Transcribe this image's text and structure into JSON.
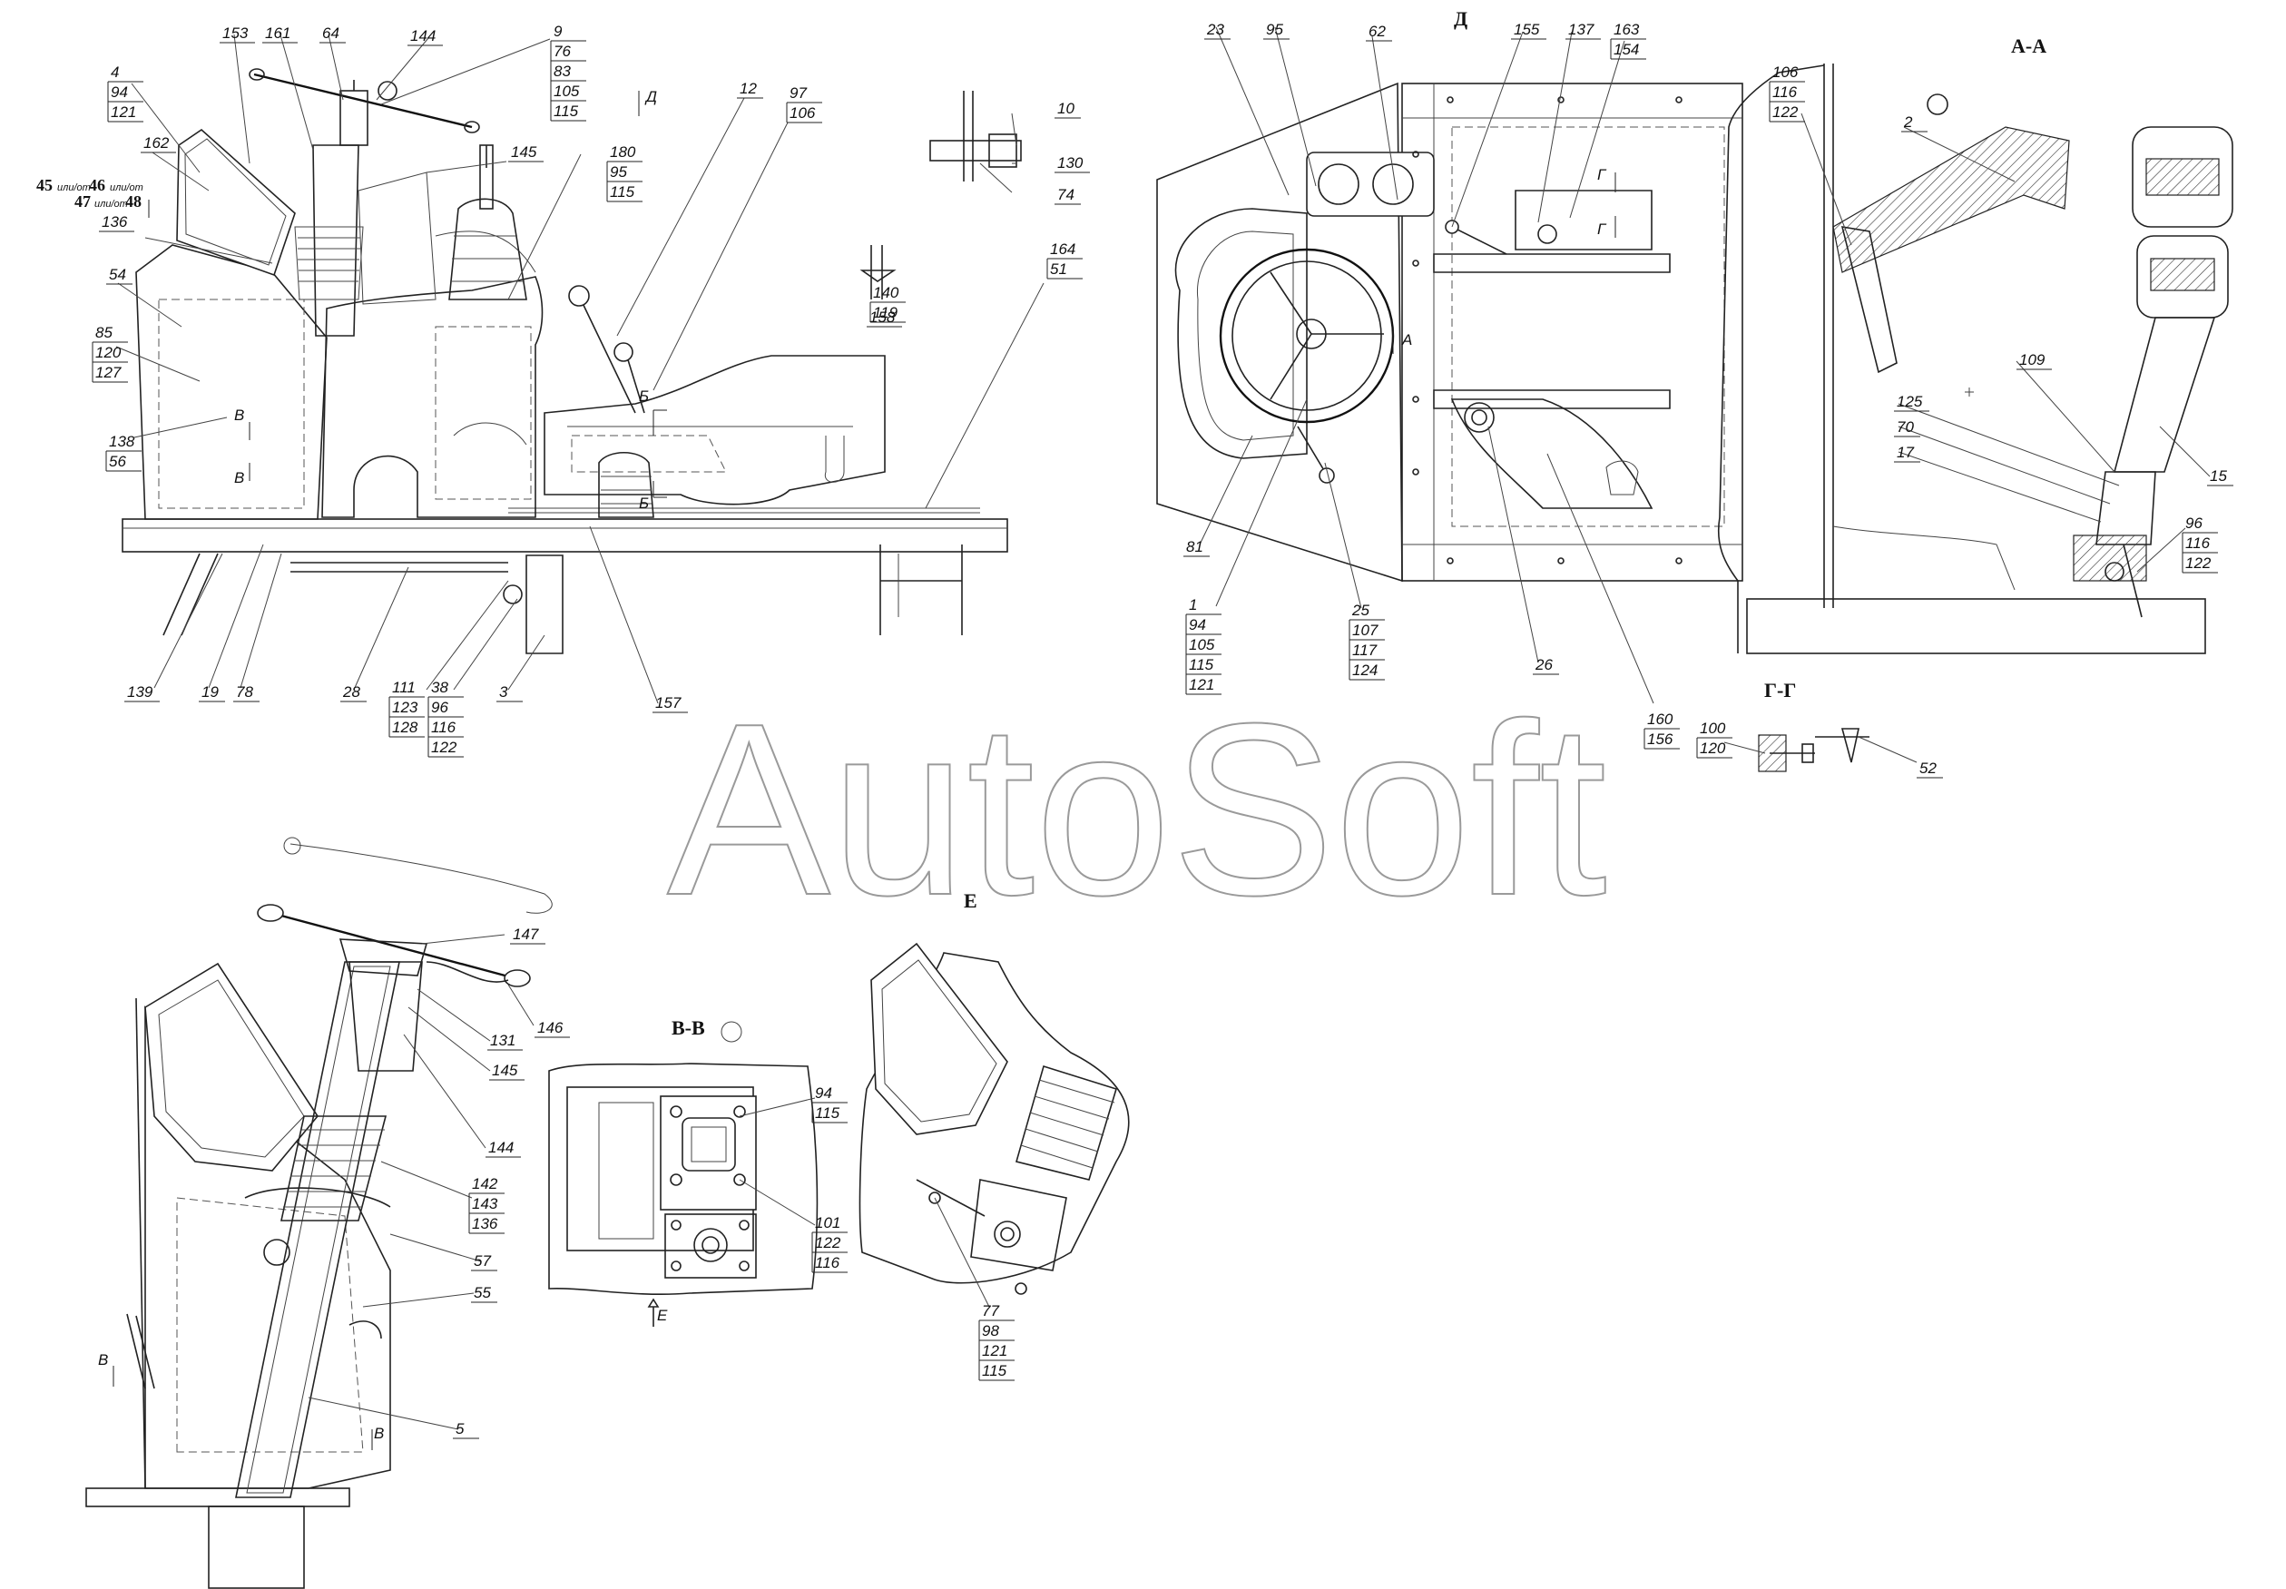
{
  "drawing": {
    "watermark": "AutoSoft",
    "views": {
      "d": "Д",
      "aa": "А-А",
      "gg": "Г-Г",
      "e": "Е",
      "vv": "В-В"
    },
    "section_marks": {
      "b": "Б",
      "v": "В",
      "g": "Г",
      "a": "А",
      "e": "Е"
    },
    "note_45": "45",
    "note_46": "46",
    "note_47": "47",
    "note_48": "48",
    "note_or": "или/от"
  },
  "callouts": {
    "c4": [
      "4",
      "94",
      "121"
    ],
    "c153": [
      "153"
    ],
    "c161": [
      "161"
    ],
    "c64": [
      "64"
    ],
    "c144a": [
      "144"
    ],
    "c9": [
      "9",
      "76",
      "83",
      "105",
      "115"
    ],
    "c162": [
      "162"
    ],
    "c145a": [
      "145"
    ],
    "c180": [
      "180",
      "95",
      "115"
    ],
    "c12": [
      "12"
    ],
    "c97": [
      "97",
      "106"
    ],
    "c10": [
      "10"
    ],
    "c130": [
      "130"
    ],
    "c74": [
      "74"
    ],
    "c140": [
      "140",
      "119"
    ],
    "c164": [
      "164",
      "51"
    ],
    "c158": [
      "158"
    ],
    "c136a": [
      "136"
    ],
    "c54": [
      "54"
    ],
    "c85": [
      "85",
      "120",
      "127"
    ],
    "c138": [
      "138",
      "56"
    ],
    "c139": [
      "139"
    ],
    "c19": [
      "19"
    ],
    "c78": [
      "78"
    ],
    "c28": [
      "28"
    ],
    "c111": [
      "111",
      "123",
      "128"
    ],
    "c38": [
      "38",
      "96",
      "116",
      "122"
    ],
    "c3": [
      "3"
    ],
    "c157": [
      "157"
    ],
    "c23": [
      "23"
    ],
    "c95": [
      "95"
    ],
    "c62": [
      "62"
    ],
    "c155": [
      "155"
    ],
    "c137": [
      "137"
    ],
    "c163": [
      "163",
      "154"
    ],
    "c81": [
      "81"
    ],
    "c1": [
      "1",
      "94",
      "105",
      "115",
      "121"
    ],
    "c25": [
      "25",
      "107",
      "117",
      "124"
    ],
    "c26": [
      "26"
    ],
    "c160": [
      "160",
      "156"
    ],
    "c106r": [
      "106",
      "116",
      "122"
    ],
    "c2": [
      "2"
    ],
    "c109": [
      "109"
    ],
    "c125": [
      "125"
    ],
    "c70": [
      "70"
    ],
    "c17": [
      "17"
    ],
    "c15": [
      "15"
    ],
    "c96r": [
      "96",
      "116",
      "122"
    ],
    "c100": [
      "100",
      "120"
    ],
    "c52": [
      "52"
    ],
    "c147": [
      "147"
    ],
    "c146": [
      "146"
    ],
    "c131": [
      "131"
    ],
    "c145b": [
      "145"
    ],
    "c144b": [
      "144"
    ],
    "c142": [
      "142",
      "143",
      "136"
    ],
    "c57": [
      "57"
    ],
    "c55": [
      "55"
    ],
    "c5": [
      "5"
    ],
    "c94b": [
      "94",
      "115"
    ],
    "c101": [
      "101",
      "122",
      "116"
    ],
    "c77": [
      "77",
      "98",
      "121",
      "115"
    ]
  }
}
